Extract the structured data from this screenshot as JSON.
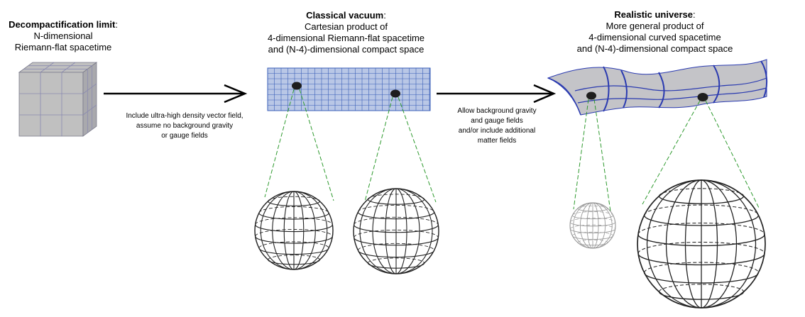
{
  "stages": [
    {
      "title": "Decompactification limit",
      "colon": ":",
      "lines": [
        "N-dimensional",
        "Riemann-flat spacetime"
      ]
    },
    {
      "title": "Classical vacuum",
      "colon": ":",
      "lines": [
        "Cartesian product of",
        "4-dimensional Riemann-flat spacetime",
        "and (N-4)-dimensional compact space"
      ]
    },
    {
      "title": "Realistic universe",
      "colon": ":",
      "lines": [
        "More general product of",
        "4-dimensional curved spacetime",
        "and (N-4)-dimensional compact space"
      ]
    }
  ],
  "transitions": [
    {
      "lines": [
        "Include ultra-high density vector field,",
        "assume no background gravity",
        "or gauge fields"
      ]
    },
    {
      "lines": [
        "Allow background gravity",
        "and gauge fields",
        "and/or include additional",
        "matter fields"
      ]
    }
  ],
  "colors": {
    "cube_fill": "#c0c0c0",
    "cube_grid": "#8a8ab0",
    "plane_fill": "#b9c7e6",
    "plane_grid": "#3a5fb8",
    "surface_fill": "#c4c4c8",
    "surface_edge": "#2a3ab0",
    "guide_line": "#2e9a2e",
    "sphere_line": "#222222"
  }
}
